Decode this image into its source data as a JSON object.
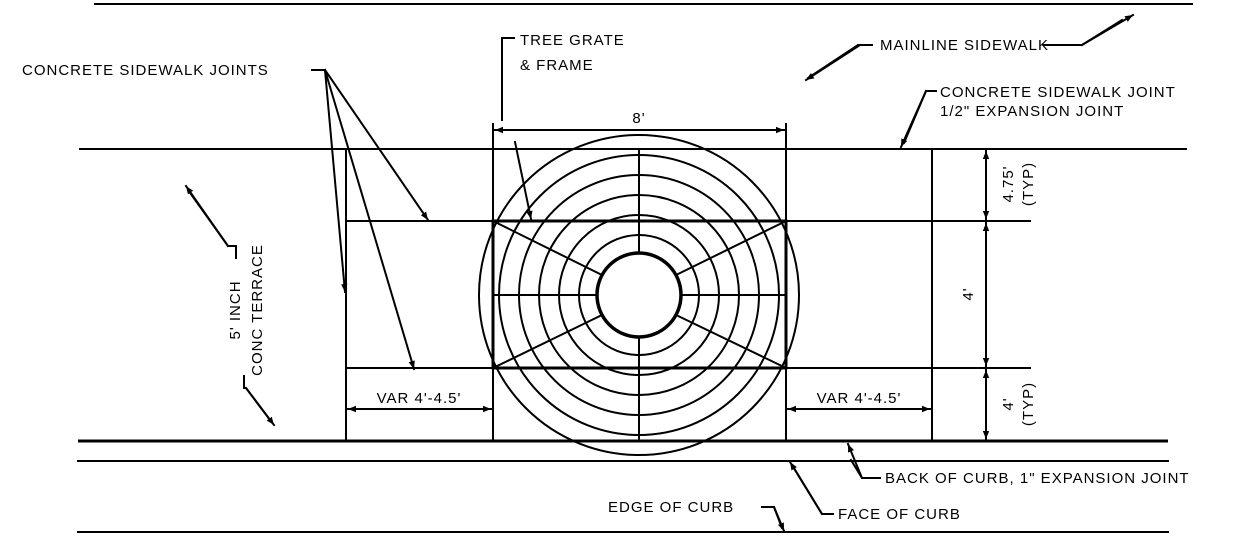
{
  "labels": {
    "concrete_sidewalk_joints": "CONCRETE SIDEWALK JOINTS",
    "tree_grate_line1": "TREE GRATE",
    "tree_grate_line2": "& FRAME",
    "mainline_sidewalk": "MAINLINE SIDEWALK",
    "joint_line1": "CONCRETE SIDEWALK JOINT",
    "joint_line2": "1/2\" EXPANSION JOINT",
    "terrace_line1": "5' INCH",
    "terrace_line2": "CONC TERRACE",
    "back_of_curb": "BACK OF CURB, 1\" EXPANSION JOINT",
    "edge_of_curb": "EDGE OF CURB",
    "face_of_curb": "FACE OF CURB"
  },
  "dimensions": {
    "grate_width": "8'",
    "var_left": "VAR 4'-4.5'",
    "var_right": "VAR 4'-4.5'",
    "top_offset": "4.75'",
    "top_offset_note": "(TYP)",
    "grate_depth": "4'",
    "bottom_offset": "4'",
    "bottom_offset_note": "(TYP)"
  }
}
